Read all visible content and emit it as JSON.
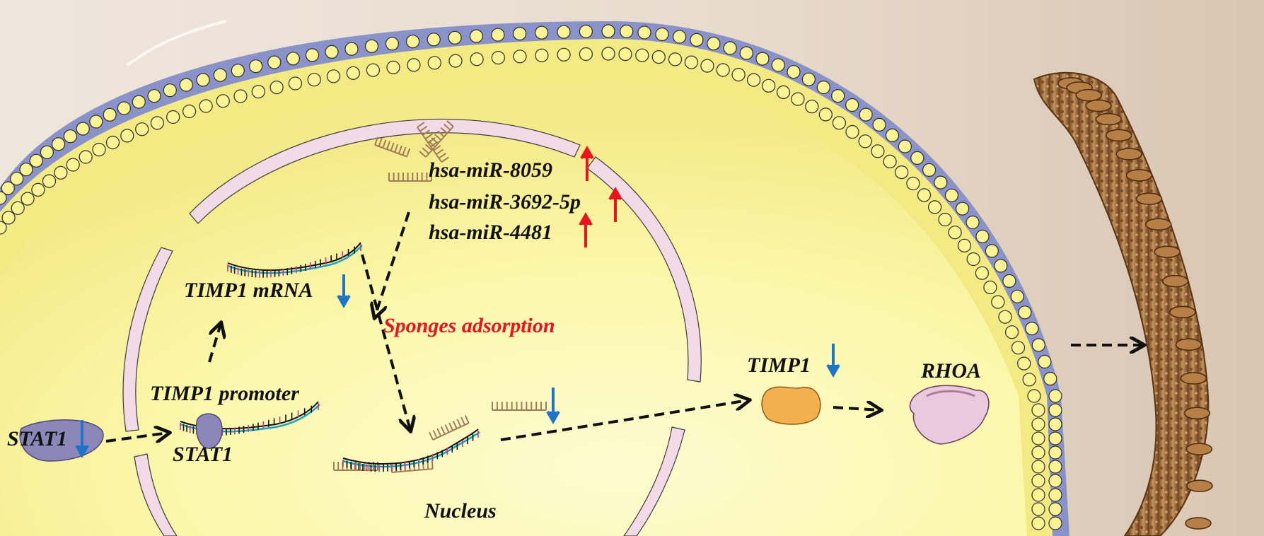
{
  "labels": {
    "mir_8059": "hsa-miR-8059",
    "mir_3692": "hsa-miR-3692-5p",
    "mir_4481": "hsa-miR-4481",
    "timp1_mrna": "TIMP1 mRNA",
    "sponges": "Sponges adsorption",
    "timp1_promoter": "TIMP1  promoter",
    "stat1_cyto": "STAT1",
    "stat1_bound": "STAT1",
    "timp1_protein": "TIMP1",
    "rhoa": "RHOA",
    "nucleus": "Nucleus"
  },
  "regulation": {
    "mir_8059": "up",
    "mir_3692": "up",
    "mir_4481": "up",
    "timp1_mrna": "down",
    "mirna_free": "down",
    "timp1_protein": "down",
    "stat1": "down"
  },
  "colors": {
    "up_arrow": "#e8141e",
    "down_arrow": "#1f74c8",
    "membrane_blue": "#8a93c9",
    "cell_fill": "#fbf8b2",
    "nuclear_envelope": "#f2dbe6",
    "highlight_text": "#e8141e",
    "stat1_protein": "#8c87b8",
    "timp1_protein": "#f3b04e",
    "rhoa_protein": "#e9c9dd"
  },
  "icons": {
    "spine": "spine-illustration",
    "mirna": "mirna-hairpin-icon",
    "mrna": "mrna-strand-icon"
  }
}
